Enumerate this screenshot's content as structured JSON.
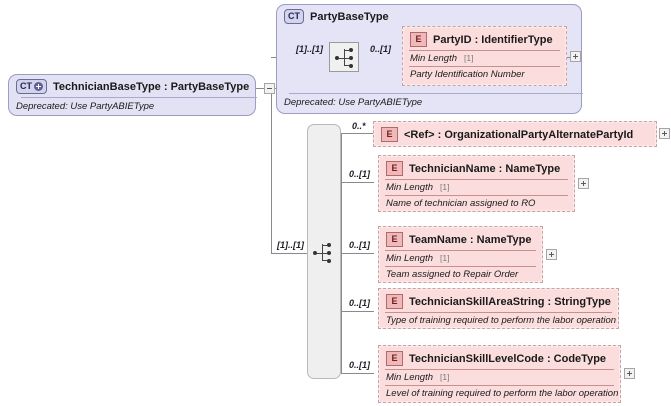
{
  "diagram": {
    "kind": "xsd-schema-diagram",
    "root_type": {
      "badge": "CT",
      "badge_icon": "complextype-expandable-icon",
      "name": "TechnicianBaseType : PartyBaseType",
      "documentation": "Deprecated: Use PartyABIEType",
      "toggle": "minus"
    },
    "base_type": {
      "badge": "CT",
      "badge_icon": "complextype-icon",
      "name": "PartyBaseType",
      "documentation": "Deprecated: Use PartyABIEType",
      "compositor": "sequence",
      "compositor_cardinality": "[1]..[1]",
      "children": [
        {
          "badge": "E",
          "badge_icon": "element-icon",
          "name": "PartyID  : IdentifierType",
          "cardinality": "0..[1]",
          "facet_label": "Min Length",
          "facet_value": "[1]",
          "documentation": "Party Identification Number",
          "toggle": "plus"
        }
      ]
    },
    "extension": {
      "compositor": "sequence",
      "compositor_cardinality": "[1]..[1]",
      "children": [
        {
          "badge": "E",
          "badge_icon": "element-icon",
          "name": "<Ref>      : OrganizationalPartyAlternatePartyId",
          "cardinality": "0..*",
          "facet_label": "",
          "facet_value": "",
          "documentation": "",
          "toggle": "plus"
        },
        {
          "badge": "E",
          "badge_icon": "element-icon",
          "name": "TechnicianName : NameType",
          "cardinality": "0..[1]",
          "facet_label": "Min Length",
          "facet_value": "[1]",
          "documentation": "Name of technician assigned to RO",
          "toggle": "plus"
        },
        {
          "badge": "E",
          "badge_icon": "element-icon",
          "name": "TeamName : NameType",
          "cardinality": "0..[1]",
          "facet_label": "Min Length",
          "facet_value": "[1]",
          "documentation": "Team assigned to Repair Order",
          "toggle": "plus"
        },
        {
          "badge": "E",
          "badge_icon": "element-icon",
          "name": "TechnicianSkillAreaString : StringType",
          "cardinality": "0..[1]",
          "facet_label": "",
          "facet_value": "",
          "documentation": "Type of training required to perform the labor operation",
          "toggle": "none"
        },
        {
          "badge": "E",
          "badge_icon": "element-icon",
          "name": "TechnicianSkillLevelCode : CodeType",
          "cardinality": "0..[1]",
          "facet_label": "Min Length",
          "facet_value": "[1]",
          "documentation": "Level of training required to perform the labor operation",
          "toggle": "plus"
        }
      ]
    },
    "colors": {
      "complextype_fill": "#e2e2f4",
      "complextype_border": "#9c9cc4",
      "element_fill": "#fbdddd",
      "element_border": "#c9a3a3",
      "element_badge": "#f0b8b8",
      "connector_line": "#8a8a8a",
      "compositor_fill": "#efefef"
    }
  }
}
